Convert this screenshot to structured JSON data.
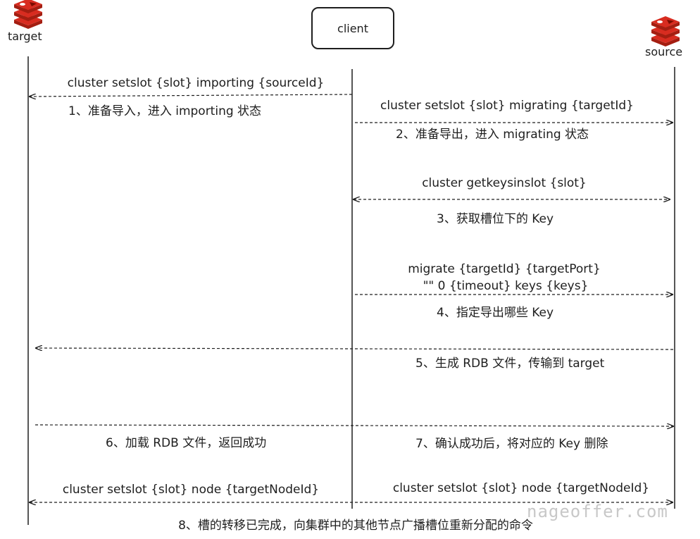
{
  "actors": {
    "target": {
      "label": "target",
      "icon": "redis-logo-icon"
    },
    "client": {
      "label": "client"
    },
    "source": {
      "label": "source",
      "icon": "redis-logo-icon"
    }
  },
  "colors": {
    "redis_red": "#d82c20",
    "redis_dark": "#a41e11",
    "line": "#1e1e1e",
    "watermark": "#c8c8c8"
  },
  "messages": [
    {
      "command": "cluster setslot {slot} importing {sourceId}",
      "step": "1、准备导入，进入 importing 状态",
      "from": "client",
      "to": "target"
    },
    {
      "command": "cluster setslot {slot} migrating {targetId}",
      "step": "2、准备导出，进入 migrating 状态",
      "from": "client",
      "to": "source"
    },
    {
      "command": "cluster getkeysinslot {slot}",
      "step": "3、获取槽位下的 Key",
      "from": "client",
      "to": "source",
      "bidirectional": true
    },
    {
      "command_line1": "migrate {targetId} {targetPort}",
      "command_line2": "\"\" 0 {timeout} keys {keys}",
      "step": "4、指定导出哪些 Key",
      "from": "client",
      "to": "source"
    },
    {
      "step": "5、生成 RDB 文件，传输到 target",
      "from": "source",
      "to": "target"
    },
    {
      "step": "6、加载 RDB 文件，返回成功",
      "from": "target",
      "to": "source"
    },
    {
      "step": "7、确认成功后，将对应的 Key 删除"
    },
    {
      "command_left": "cluster setslot {slot} node {targetNodeId}",
      "command_right": "cluster setslot {slot} node {targetNodeId}",
      "step": "8、槽的转移已完成，向集群中的其他节点广播槽位重新分配的命令",
      "from": "client",
      "to": "both"
    }
  ],
  "watermark": "nageoffer.com"
}
